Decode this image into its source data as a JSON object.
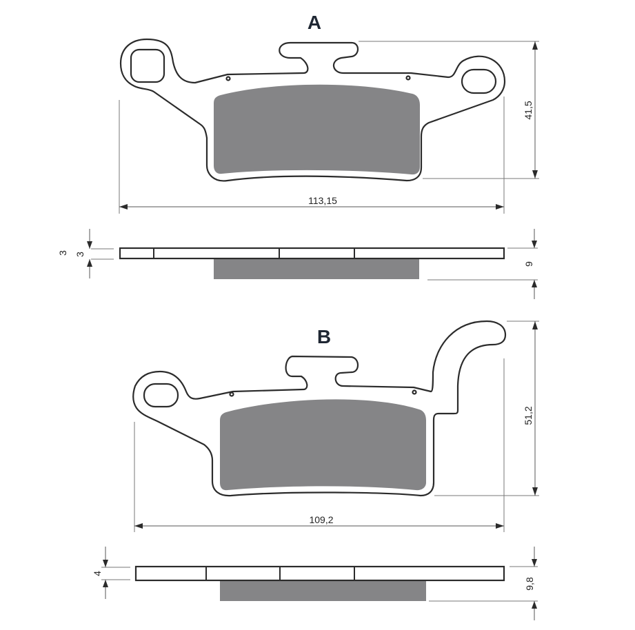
{
  "drawing": {
    "type": "technical-drawing",
    "subject": "brake pad dimensions",
    "colors": {
      "outline": "#2b2b2b",
      "friction_material": "#858587",
      "dimension_lines": "#555555",
      "label_text": "#1f2733"
    }
  },
  "pad_a": {
    "label": "A",
    "width_dim": "113,15",
    "height_dim": "41,5",
    "side_view": {
      "backing_plate_dim_upper": "3",
      "backing_plate_dim_lower": "3",
      "total_thickness_dim": "9"
    }
  },
  "pad_b": {
    "label": "B",
    "width_dim": "109,2",
    "height_dim": "51,2",
    "side_view": {
      "backing_plate_dim": "4",
      "total_thickness_dim": "9,8"
    }
  }
}
